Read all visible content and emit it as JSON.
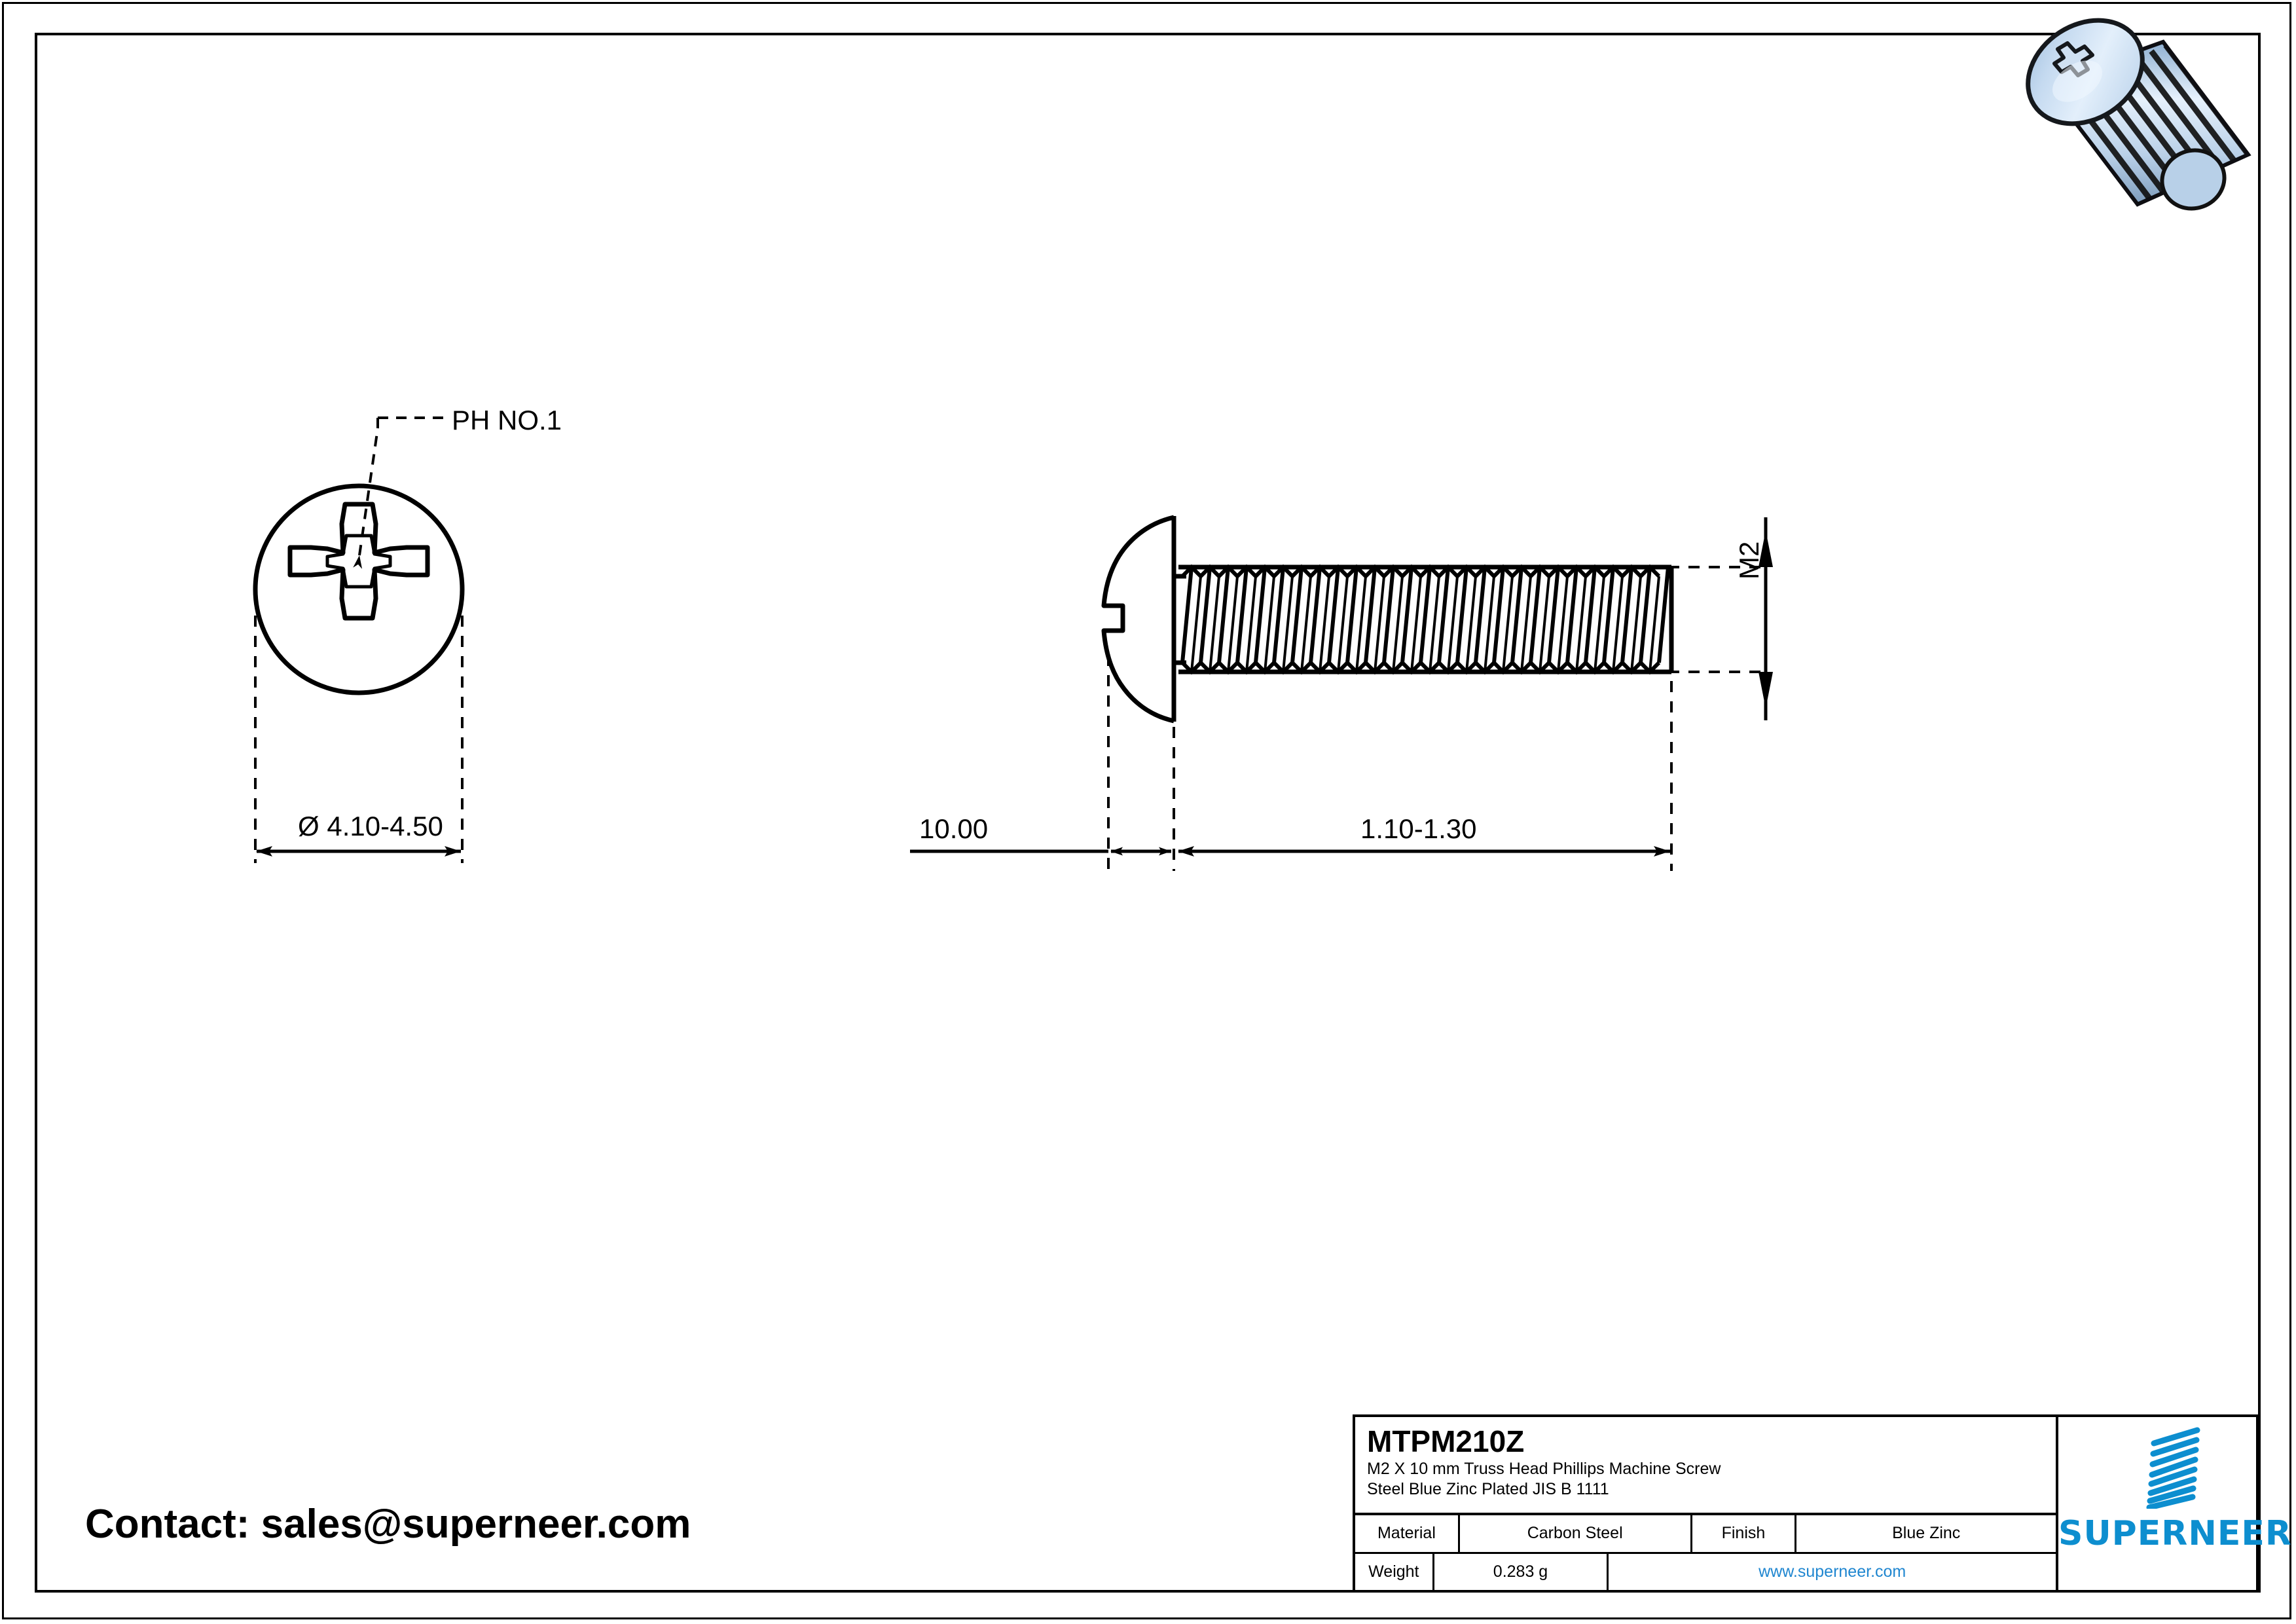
{
  "sheet": {
    "background": "#ffffff",
    "line_color": "#000000",
    "accent_color": "#0d8ecf",
    "link_color": "#1f86d0"
  },
  "contact": {
    "text": "Contact: sales@superneer.com"
  },
  "drawing": {
    "callout_ph": "PH NO.1",
    "dim_head_diameter": "Ø 4.10-4.50",
    "dim_head_height": "1.10-1.30",
    "dim_length": "10.00",
    "dim_thread": "M2",
    "views": {
      "top_view_name": "head-end-view",
      "side_view_name": "side-profile-view",
      "isometric_name": "isometric-render"
    }
  },
  "title_block": {
    "part_number": "MTPM210Z",
    "description_line1": "M2 X 10 mm  Truss Head Phillips Machine Screw",
    "description_line2": "Steel Blue Zinc Plated JIS B 1111",
    "rows": [
      {
        "label1": "Material",
        "value1": "Carbon Steel",
        "label2": "Finish",
        "value2": "Blue Zinc"
      },
      {
        "label1": "Weight",
        "value1": "0.283 g",
        "website": "www.superneer.com"
      }
    ],
    "brand": {
      "name": "SUPERNEER",
      "logo_icon": "striped-parallelogram-logo-icon",
      "stripe_count": 8,
      "color": "#0d8ecf"
    }
  }
}
